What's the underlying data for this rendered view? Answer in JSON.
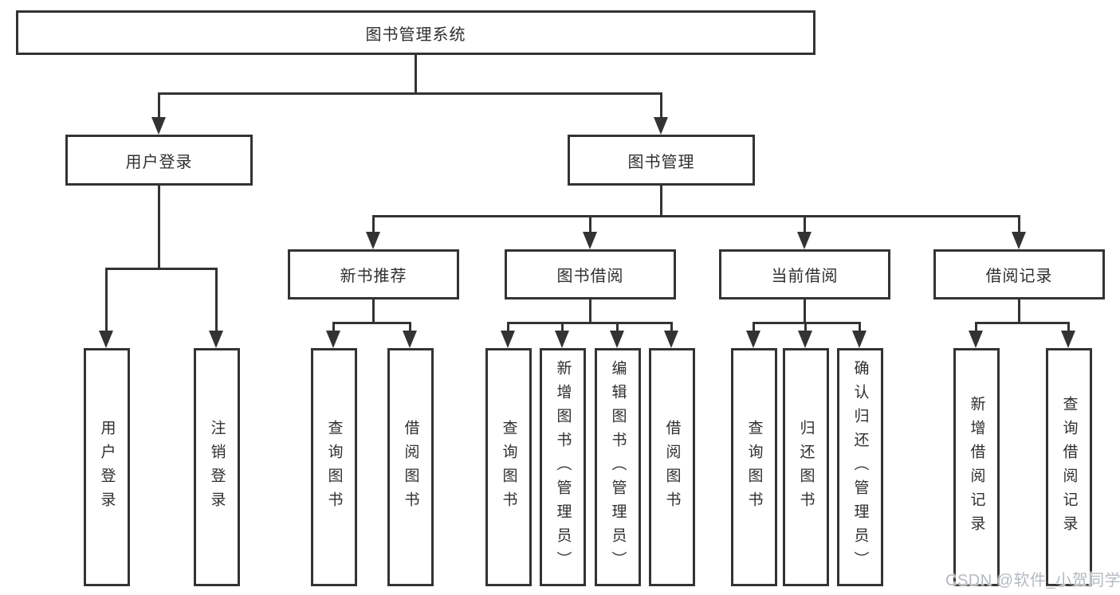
{
  "diagram_title": "图书管理系统",
  "nodes": {
    "root": "图书管理系统",
    "user_login": "用户登录",
    "book_mgmt": "图书管理",
    "login": "用户登录",
    "logout": "注销登录",
    "new_books": "新书推荐",
    "book_borrow": "图书借阅",
    "current_borrow": "当前借阅",
    "borrow_records": "借阅记录",
    "nb_search": "查询图书",
    "nb_borrow": "借阅图书",
    "bb_search": "查询图书",
    "bb_add": "新增图书（管理员）",
    "bb_edit": "编辑图书（管理员）",
    "bb_borrow": "借阅图书",
    "cb_search": "查询图书",
    "cb_return": "归还图书",
    "cb_confirm": "确认归还（管理员）",
    "br_add": "新增借阅记录",
    "br_search": "查询借阅记录"
  },
  "hierarchy": {
    "图书管理系统": {
      "用户登录": [
        "用户登录",
        "注销登录"
      ],
      "图书管理": {
        "新书推荐": [
          "查询图书",
          "借阅图书"
        ],
        "图书借阅": [
          "查询图书",
          "新增图书（管理员）",
          "编辑图书（管理员）",
          "借阅图书"
        ],
        "当前借阅": [
          "查询图书",
          "归还图书",
          "确认归还（管理员）"
        ],
        "借阅记录": [
          "新增借阅记录",
          "查询借阅记录"
        ]
      }
    }
  },
  "watermark": {
    "text": "CSDN @软件_小贺同学",
    "color": "#b5bac0"
  },
  "colors": {
    "line": "#333333",
    "text": "#2f2f2f",
    "background": "#ffffff",
    "watermark": "#b5bac0"
  }
}
